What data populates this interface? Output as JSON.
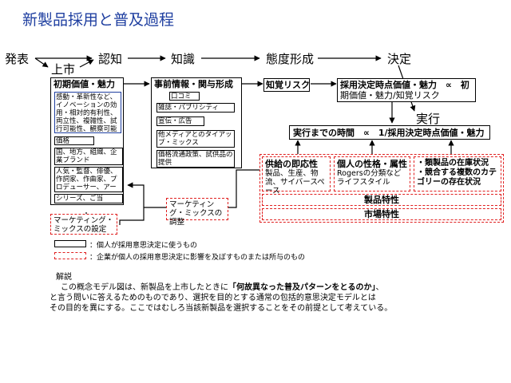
{
  "title": "新製品採用と普及過程",
  "flow": {
    "announce": "発表",
    "launch": "上市",
    "recognition": "認知",
    "knowledge": "知識",
    "attitude": "態度形成",
    "decision": "決定",
    "execution": "実行"
  },
  "initial_value": {
    "heading": "初期価値・魅力",
    "blue_text": "感動・革新性など、イノベーションの効用・相対的有利性、両立性、複雑性、試行可能性、観察可能性",
    "price": "価格",
    "country": "国、地方、組織、企業ブランド",
    "people": "人気・監督、俳優、作詞家、作曲家、プロデューサー、アーチスト",
    "series": "シリーズ、ご当"
  },
  "prior_info": {
    "heading": "事前情報・関与形成",
    "items": [
      "口コミ",
      "雑誌・パブリシティ",
      "宣伝・広告",
      "他メディアとのタイアップ・ミックス",
      "価格流通政策、試供品の提供"
    ]
  },
  "marketing_setting": "マーケティング・ミックスの設定",
  "marketing_adjust": "マーケティング・ミックスの調整",
  "knowledge_risk": "知覚リスク",
  "decision_box": {
    "line1": "採用決定時点価値・魅力　∝　初",
    "line2": "期価値・魅力/知覚リスク"
  },
  "execution_time": "実行までの時間　∝　1/採用決定時点価値・魅力",
  "supply": {
    "heading": "供給の即応性",
    "text": "製品、生産、物流、サイバースペース"
  },
  "personal": {
    "heading": "個人の性格・属性",
    "text": "Rogersの分類などライフスタイル"
  },
  "category": {
    "line1": "・類製品の在庫状況",
    "line2": "・競合する複数のカテゴリーの存在状況"
  },
  "product_char": "製品特性",
  "market_char": "市場特性",
  "legend": {
    "solid": "：個人が採用意思決定に使うもの",
    "dashed": "：企業が個人の採用意思決定に影響を及ぼすものまたは所与のもの"
  },
  "explanation": {
    "heading": "解説",
    "line1_a": "この概念モデル図は、新製品を上市したときに",
    "line1_b": "「何故異なった普及パターンをとるのか」",
    "line1_c": "、",
    "line2": "と言う問いに答えるためのものであり、選択を目的とする通常の包括的意思決定モデルとは",
    "line3": "その目的を異にする。ここではむしろ当該新製品を選択することをその前提として考えている。"
  },
  "colors": {
    "title": "#1f3fa0",
    "dashed": "#e02020",
    "blue_border": "#1f3fa0"
  }
}
